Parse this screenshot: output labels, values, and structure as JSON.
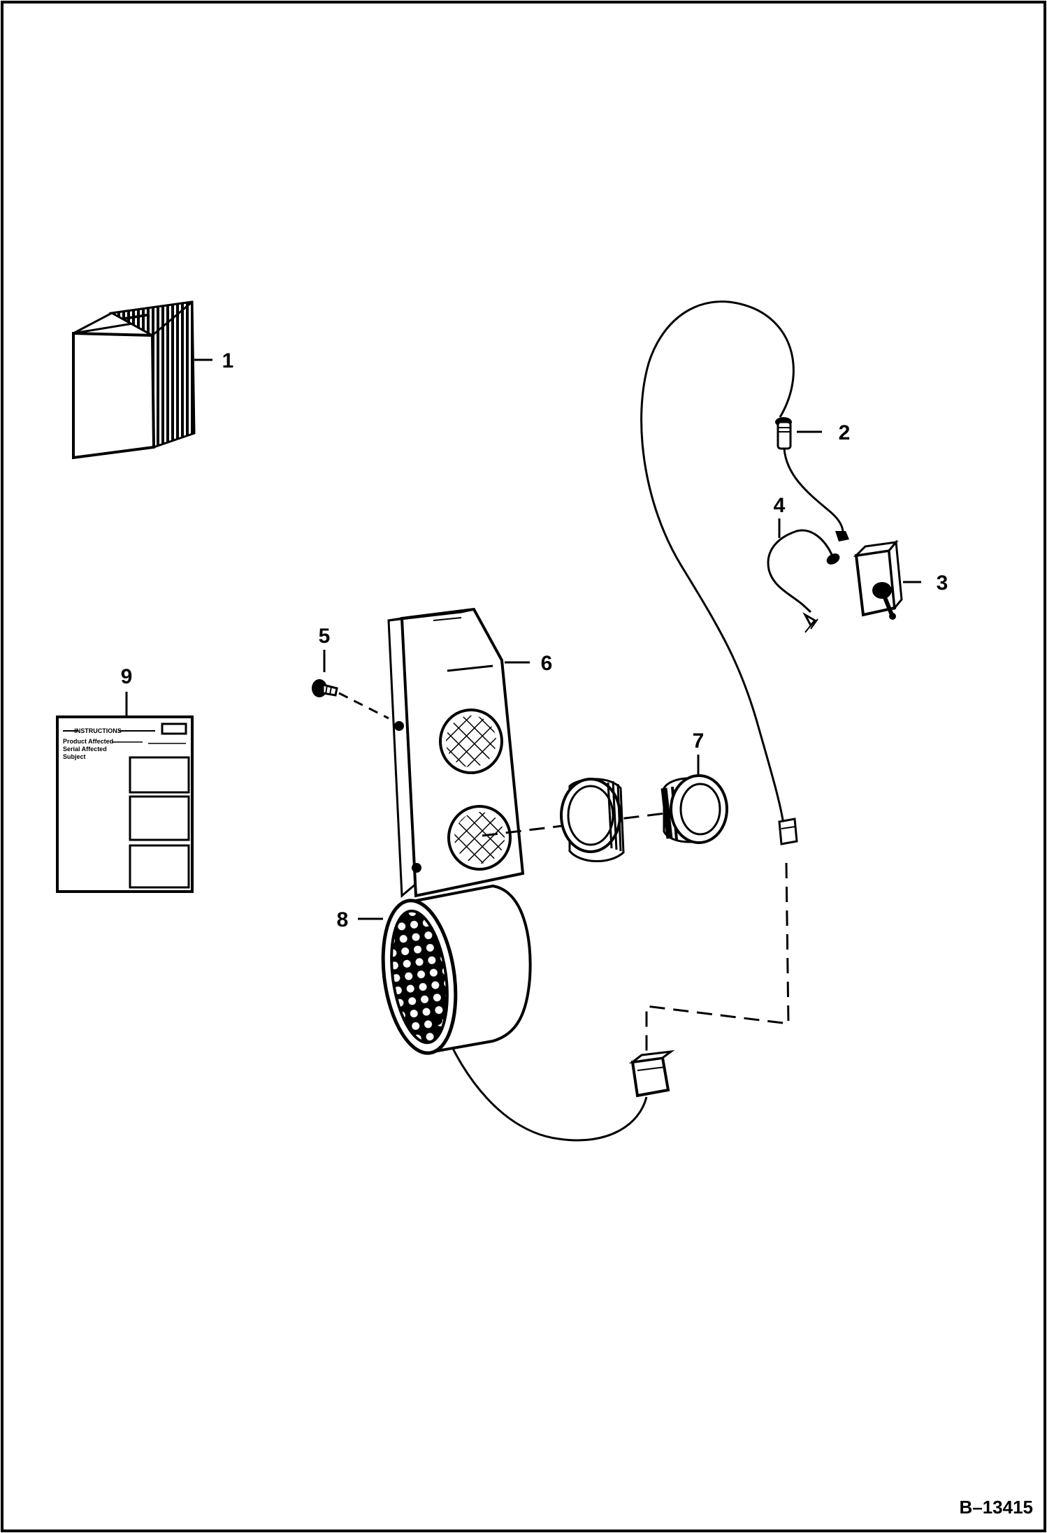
{
  "diagram": {
    "callouts": {
      "c1": "1",
      "c2": "2",
      "c3": "3",
      "c4": "4",
      "c5": "5",
      "c6": "6",
      "c7": "7",
      "c8": "8",
      "c9": "9"
    },
    "figure_ref": "B–13415",
    "instruction_sheet": {
      "title": "INSTRUCTIONS",
      "lines": [
        "Product Affected",
        "Serial Affected",
        "Subject"
      ]
    }
  }
}
